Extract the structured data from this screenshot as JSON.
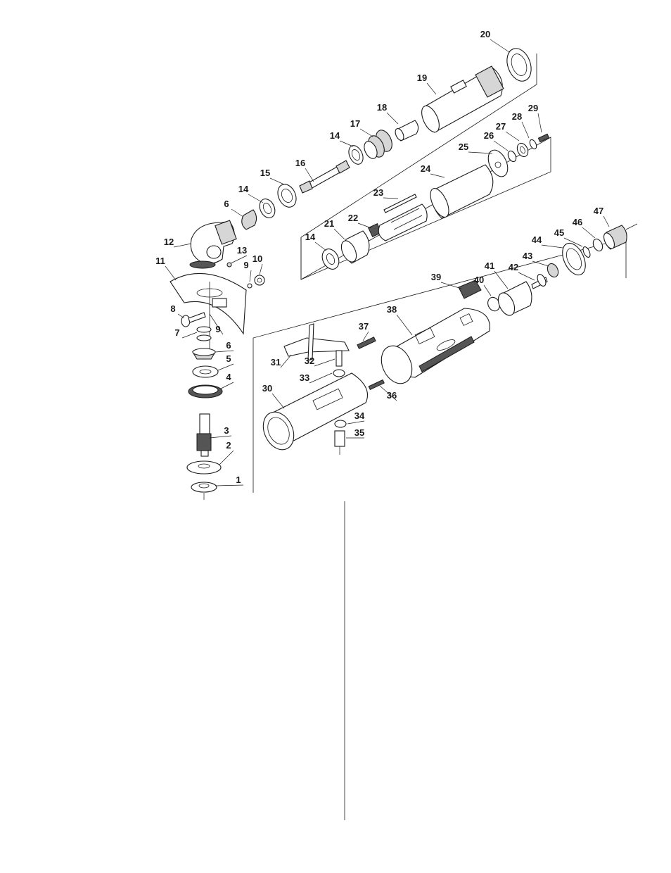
{
  "diagram": {
    "labels": [
      "1",
      "2",
      "3",
      "4",
      "5",
      "6",
      "6",
      "7",
      "8",
      "9",
      "9",
      "10",
      "11",
      "12",
      "13",
      "14",
      "14",
      "14",
      "15",
      "16",
      "17",
      "18",
      "19",
      "20",
      "21",
      "22",
      "23",
      "24",
      "25",
      "26",
      "27",
      "28",
      "29",
      "30",
      "31",
      "32",
      "33",
      "34",
      "35",
      "36",
      "37",
      "38",
      "39",
      "40",
      "41",
      "42",
      "43",
      "44",
      "45",
      "46",
      "47"
    ]
  },
  "colors": {
    "ink": "#1a1a1a",
    "shade": "#d6d6d6",
    "paper": "#ffffff"
  }
}
